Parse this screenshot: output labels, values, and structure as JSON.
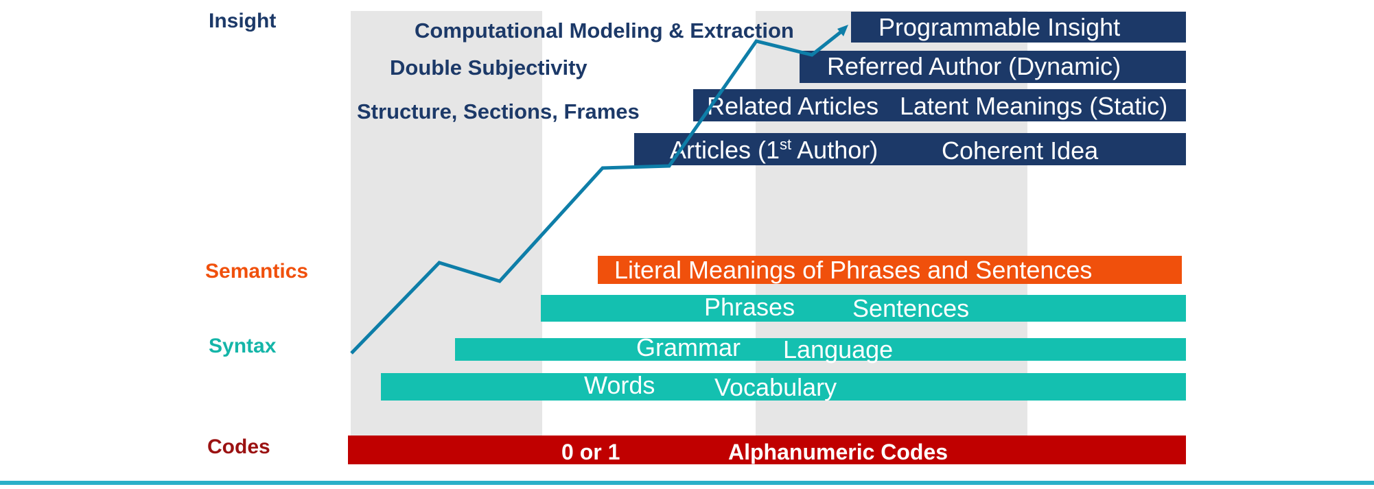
{
  "levels": {
    "insight": "Insight",
    "semantics": "Semantics",
    "syntax": "Syntax",
    "codes": "Codes"
  },
  "insight_labels": {
    "computational": "Computational Modeling & Extraction",
    "double": "Double Subjectivity",
    "structure": "Structure, Sections, Frames"
  },
  "insight_bars": {
    "programmable": "Programmable Insight",
    "referred": "Referred Author (Dynamic)",
    "related": "Related Articles",
    "latent": "Latent Meanings (Static)",
    "articles_pre": "Articles (1",
    "articles_sup": "st",
    "articles_post": " Author)",
    "coherent": "Coherent Idea"
  },
  "semantics_bars": {
    "literal": "Literal Meanings of Phrases and Sentences"
  },
  "syntax_bars": {
    "phrases": "Phrases",
    "sentences": "Sentences",
    "grammar": "Grammar",
    "language": "Language",
    "words": "Words",
    "vocabulary": "Vocabulary"
  },
  "codes_bar": {
    "binary": "0 or 1",
    "alphanumeric": "Alphanumeric Codes"
  },
  "colors": {
    "navy": "#1c3968",
    "orange": "#f0500c",
    "teal": "#14c0b0",
    "red": "#c00000",
    "shade": "#e6e6e6",
    "path": "#0e7ea8",
    "bottom_line": "#2ab0c8"
  }
}
